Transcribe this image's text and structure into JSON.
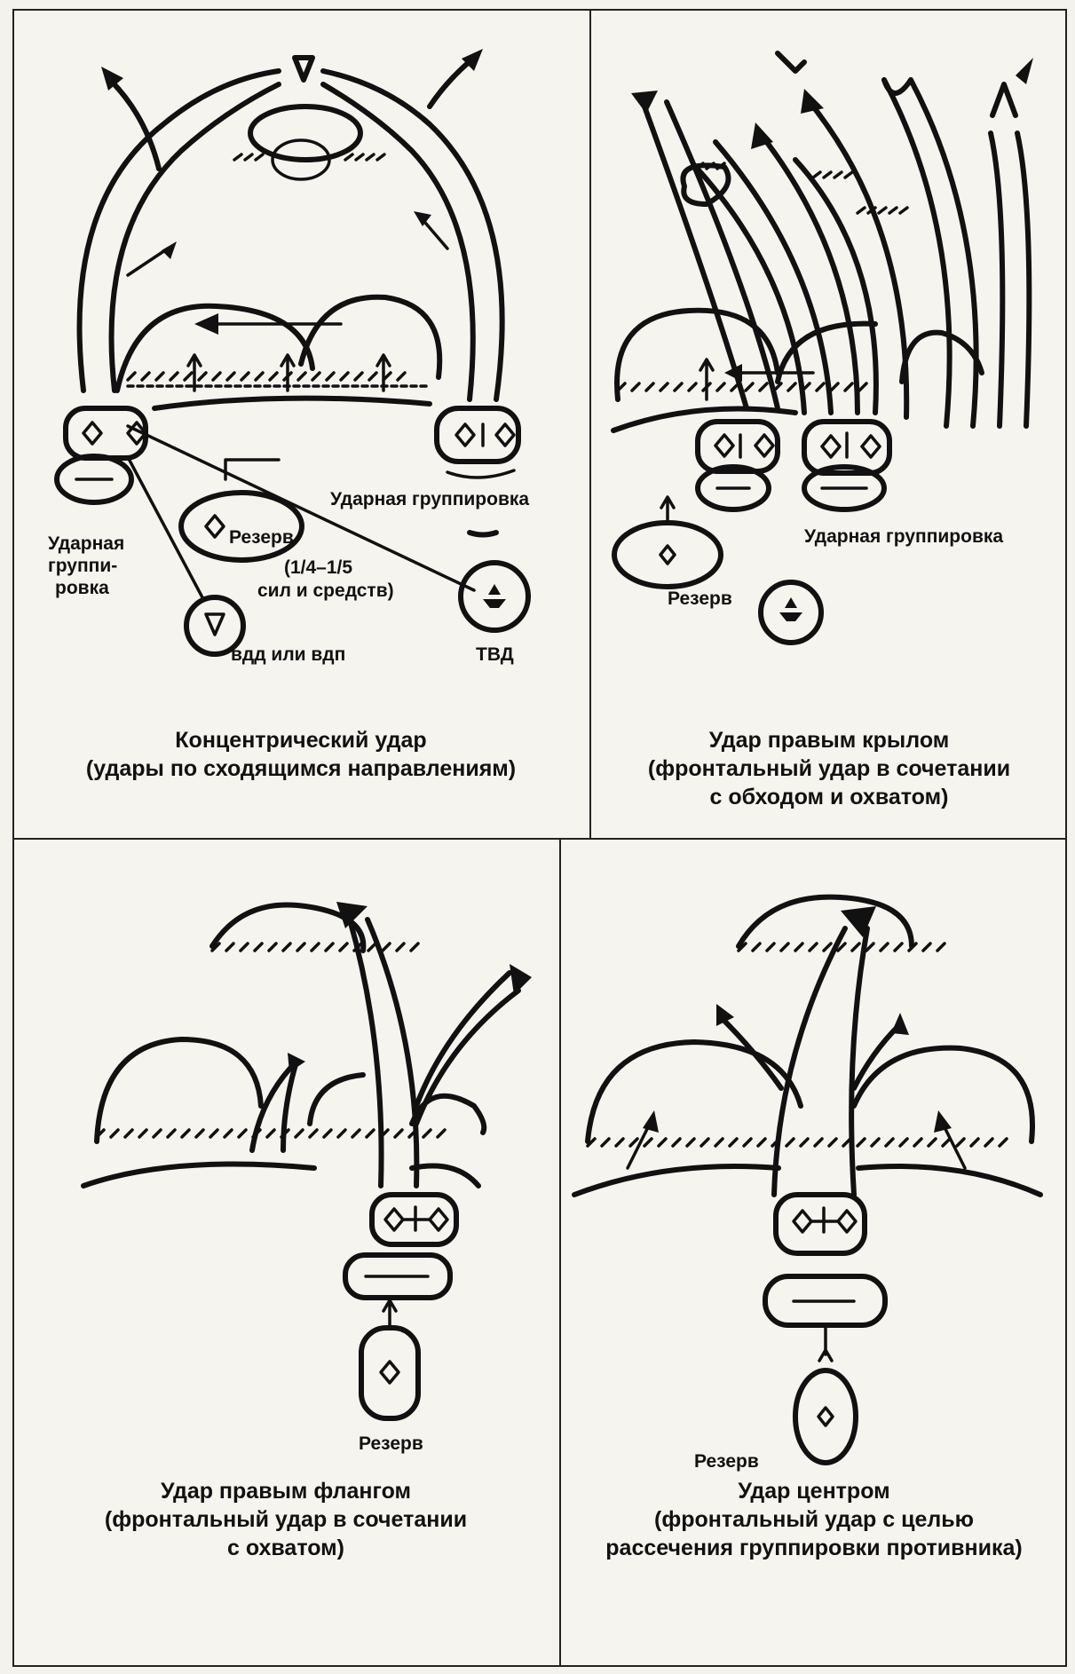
{
  "panels": [
    {
      "caption": [
        "Концентрический удар",
        "(удары по сходящимся направлениям)"
      ],
      "labels": {
        "strike_group_right": "Ударная группировка",
        "strike_group_left": [
          "Ударная",
          "группи-",
          "ровка"
        ],
        "reserve": "Резерв",
        "reserve_share": [
          "(1/4–1/5",
          "сил и средств)"
        ],
        "airborne": "вдд или вдп",
        "theater": "ТВД"
      }
    },
    {
      "caption": [
        "Удар правым крылом",
        "(фронтальный удар в сочетании",
        "с обходом и охватом)"
      ],
      "labels": {
        "strike_group": "Ударная группировка",
        "reserve": "Резерв"
      }
    },
    {
      "caption": [
        "Удар правым флангом",
        "(фронтальный удар в сочетании",
        "с охватом)"
      ],
      "labels": {
        "reserve": "Резерв"
      }
    },
    {
      "caption": [
        "Удар центром",
        "(фронтальный удар с целью",
        "рассечения группировки противника)"
      ],
      "labels": {
        "reserve": "Резерв"
      }
    }
  ]
}
